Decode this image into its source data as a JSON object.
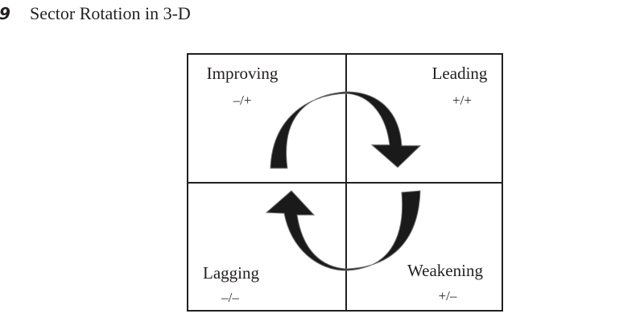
{
  "figure": {
    "number": "9",
    "title": "Sector Rotation in 3-D"
  },
  "quadrants": {
    "improving": {
      "label": "Improving",
      "sign": "–/+"
    },
    "leading": {
      "label": "Leading",
      "sign": "+/+"
    },
    "lagging": {
      "label": "Lagging",
      "sign": "–/–"
    },
    "weakening": {
      "label": "Weakening",
      "sign": "+/–"
    }
  },
  "colors": {
    "ink": "#231f20",
    "arrow_fill": "#1a1a1a",
    "background": "#ffffff"
  },
  "rotation": "clockwise"
}
